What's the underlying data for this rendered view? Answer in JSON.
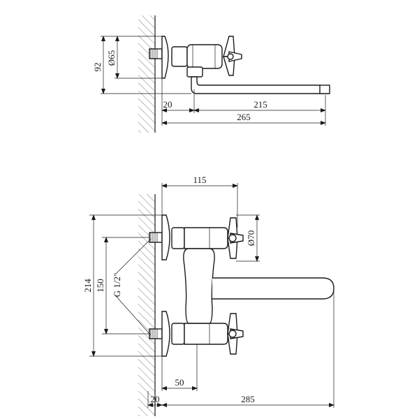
{
  "side_view": {
    "dim_height": "92",
    "dim_flange_diameter": "Ø65",
    "dim_wall_offset": "20",
    "dim_spout_reach": "215",
    "dim_total_reach": "265"
  },
  "front_view": {
    "dim_handle_span": "115",
    "dim_handle_diameter": "Ø70",
    "dim_total_height": "214",
    "dim_center_distance": "150",
    "dim_thread": "G 1/2\"",
    "dim_wall_offset": "20",
    "dim_eccentric": "50",
    "dim_total_reach": "285"
  }
}
